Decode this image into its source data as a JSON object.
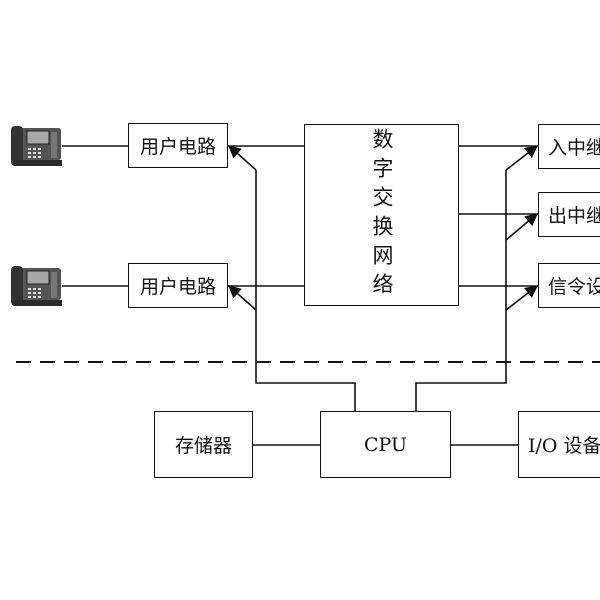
{
  "nodes": {
    "phone_top": {
      "icon": "telephone-icon"
    },
    "phone_bottom": {
      "icon": "telephone-icon"
    },
    "user_circuit_top": {
      "label": "用户电路"
    },
    "user_circuit_bottom": {
      "label": "用户电路"
    },
    "switch_network": {
      "label": "数字交换网络"
    },
    "incoming_trunk": {
      "label": "入中继"
    },
    "outgoing_trunk": {
      "label": "出中继"
    },
    "signaling_device": {
      "label": "信令设"
    },
    "memory": {
      "label": "存储器"
    },
    "cpu": {
      "label": "CPU"
    },
    "io_device": {
      "label": "I/O 设备"
    }
  },
  "divider": {
    "style": "dashed"
  },
  "colors": {
    "line": "#111111",
    "phone_body": "#444444",
    "phone_screen": "#9a9a9a"
  }
}
